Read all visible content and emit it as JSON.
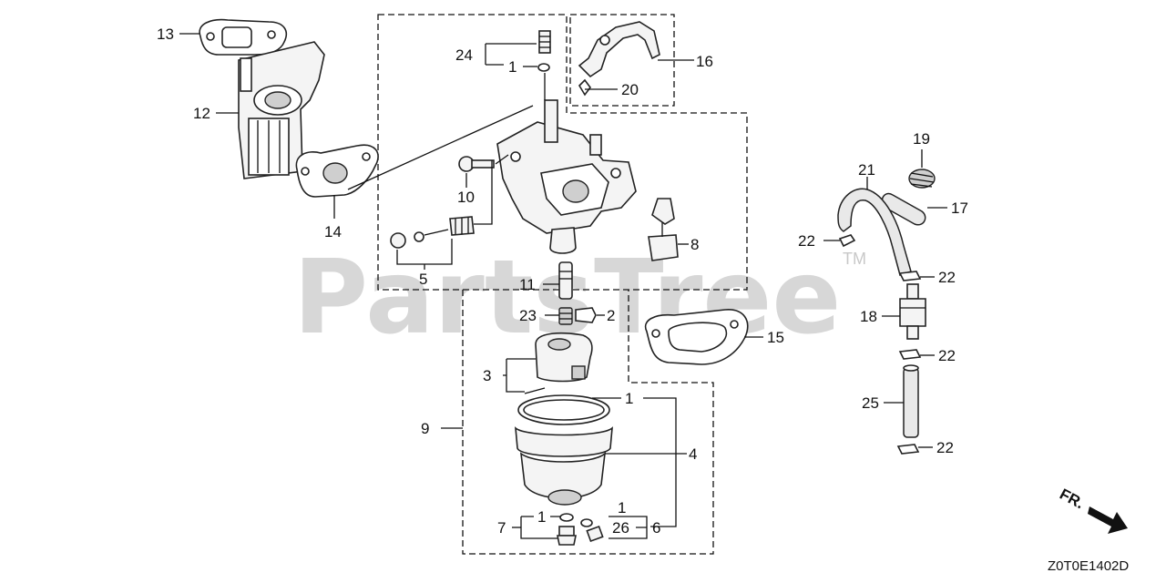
{
  "watermark": {
    "text": "PartsTree",
    "tm": "TM"
  },
  "diagram_code": "Z0T0E1402D",
  "direction_label": "FR.",
  "callouts": {
    "c13": "13",
    "c12": "12",
    "c14": "14",
    "c24": "24",
    "c1a": "1",
    "c10": "10",
    "c5": "5",
    "c16": "16",
    "c20": "20",
    "c8": "8",
    "c11": "11",
    "c23": "23",
    "c2": "2",
    "c3": "3",
    "c9": "9",
    "c1b": "1",
    "c4": "4",
    "c7": "7",
    "c1c": "1",
    "c1d": "1",
    "c26": "26",
    "c6": "6",
    "c15": "15",
    "c19": "19",
    "c21": "21",
    "c17": "17",
    "c22a": "22",
    "c22b": "22",
    "c18": "18",
    "c22c": "22",
    "c25": "25",
    "c22d": "22"
  }
}
